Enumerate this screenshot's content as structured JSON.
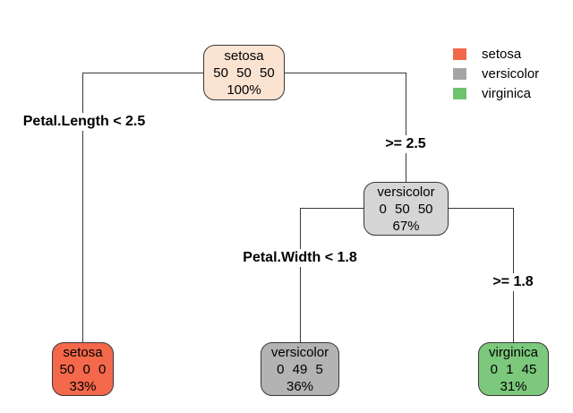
{
  "tree": {
    "nodes": [
      {
        "id": "root",
        "label": "setosa",
        "counts": "50 50 50",
        "percent": "100%",
        "fill": "#FBE3D2"
      },
      {
        "id": "inner",
        "label": "versicolor",
        "counts": "0 50 50",
        "percent": "67%",
        "fill": "#D5D5D5"
      },
      {
        "id": "leaf1",
        "label": "setosa",
        "counts": "50 0 0",
        "percent": "33%",
        "fill": "#F4684B"
      },
      {
        "id": "leaf2",
        "label": "versicolor",
        "counts": "0 49 5",
        "percent": "36%",
        "fill": "#B3B3B3"
      },
      {
        "id": "leaf3",
        "label": "virginica",
        "counts": "0 1 45",
        "percent": "31%",
        "fill": "#7CC87C"
      }
    ],
    "splits": [
      {
        "label": "Petal.Length < 2.5"
      },
      {
        "label": ">= 2.5"
      },
      {
        "label": "Petal.Width < 1.8"
      },
      {
        "label": ">= 1.8"
      }
    ]
  },
  "legend": {
    "items": [
      {
        "label": "setosa",
        "color": "#F4664A"
      },
      {
        "label": "versicolor",
        "color": "#A5A5A5"
      },
      {
        "label": "virginica",
        "color": "#6EC36E"
      }
    ]
  }
}
